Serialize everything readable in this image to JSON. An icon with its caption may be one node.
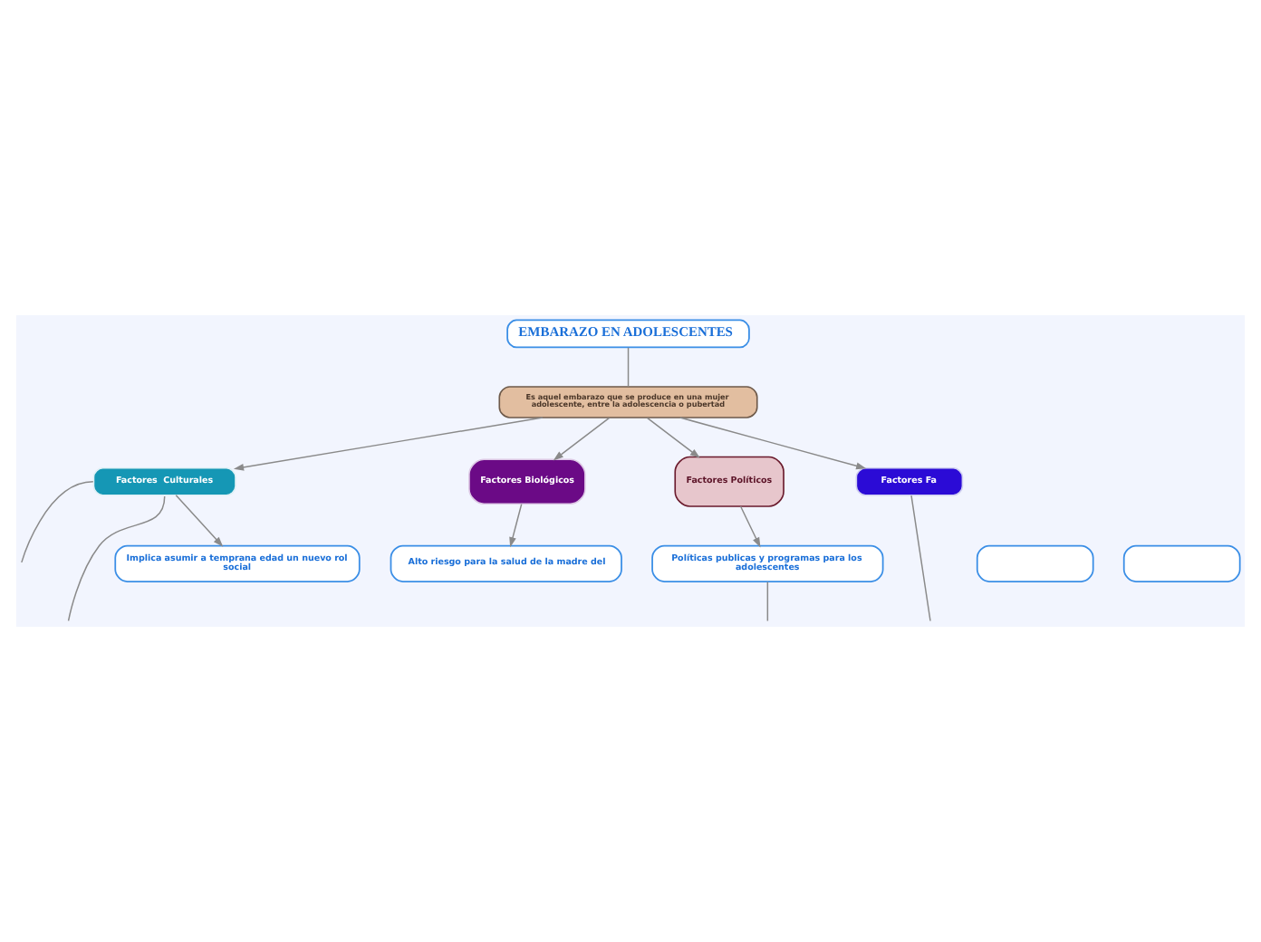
{
  "diagram": {
    "nodes": [
      {
        "text": [
          "EMBARAZO EN ADOLESCENTES"
        ]
      },
      {
        "text": [
          "Es aquel embarazo que se produce en una mujer adolescente, entre la adolescencia o pubertad"
        ]
      },
      {
        "text": [
          "Factores  Culturales"
        ]
      },
      {
        "text": [
          "Factores Biológicos"
        ]
      },
      {
        "text": [
          "Factores Políticos"
        ]
      },
      {
        "text": [
          "Factores Fa"
        ]
      },
      {
        "text": [
          "Implica asumir a temprana edad un nuevo rol social"
        ]
      },
      {
        "text": [
          "Alto riesgo para la salud de la madre del"
        ]
      },
      {
        "text": [
          "Políticas publicas y programas para los adolescentes"
        ]
      },
      {
        "text": [],
        "shape": "box"
      },
      {
        "text": [],
        "shape": "box"
      }
    ],
    "edges": [
      {
        "from": 0,
        "to": 1,
        "arrow": "none"
      },
      {
        "from": 1,
        "to": 2,
        "arrow": "to"
      },
      {
        "from": 1,
        "to": 3,
        "arrow": "to"
      },
      {
        "from": 1,
        "to": 4,
        "arrow": "to"
      },
      {
        "from": 1,
        "to": 5,
        "arrow": "to"
      },
      {
        "from": 2,
        "to": null,
        "arrow": "none"
      },
      {
        "from": 2,
        "to": null,
        "arrow": "none"
      },
      {
        "from": 2,
        "to": 6,
        "arrow": "to"
      },
      {
        "from": 3,
        "to": 7,
        "arrow": "to"
      },
      {
        "from": 4,
        "to": 8,
        "arrow": "to"
      },
      {
        "from": 8,
        "to": null,
        "arrow": "none"
      },
      {
        "from": 5,
        "to": null,
        "arrow": "none"
      }
    ]
  }
}
